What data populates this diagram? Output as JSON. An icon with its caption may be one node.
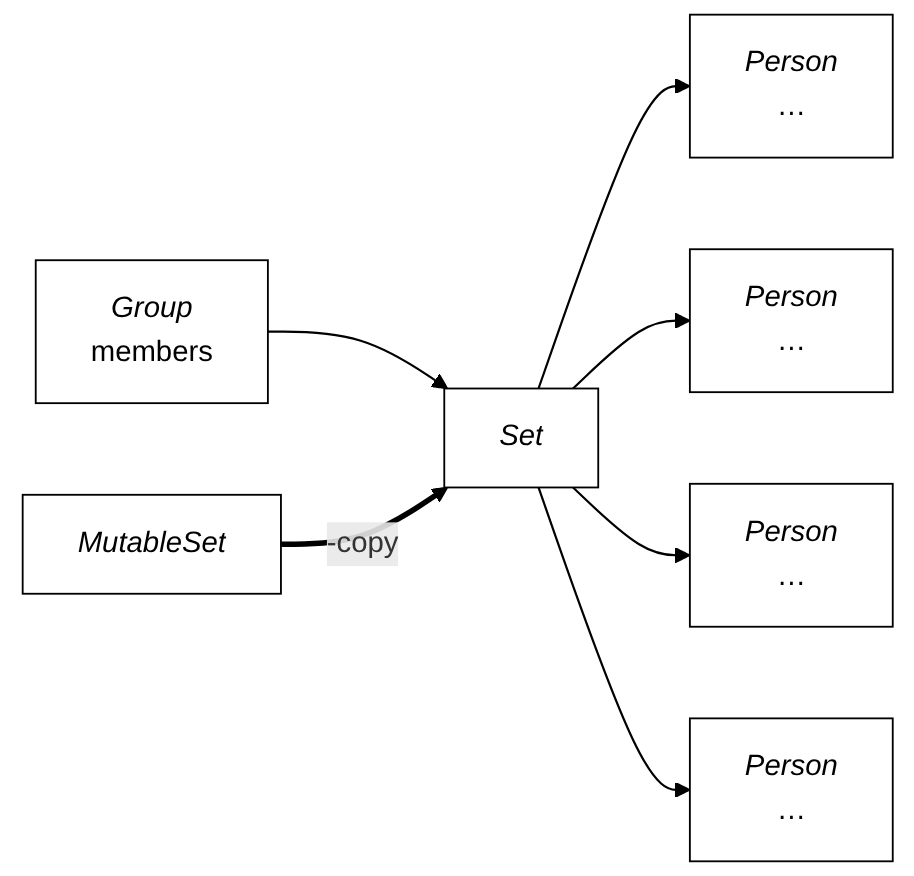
{
  "diagram": {
    "nodes": [
      {
        "text": [
          "Group",
          "members"
        ]
      },
      {
        "text": [
          "Set"
        ]
      },
      {
        "text": [
          "Person",
          "…"
        ]
      },
      {
        "text": [
          "Person",
          "…"
        ]
      },
      {
        "text": [
          "Person",
          "…"
        ]
      },
      {
        "text": [
          "Person",
          "…"
        ]
      },
      {
        "text": [
          "MutableSet"
        ]
      }
    ],
    "edges": [
      {
        "from": 0,
        "to": 1,
        "arrow": "to"
      },
      {
        "from": 1,
        "to": 2,
        "arrow": "to"
      },
      {
        "from": 1,
        "to": 3,
        "arrow": "to"
      },
      {
        "from": 1,
        "to": 4,
        "arrow": "to"
      },
      {
        "from": 1,
        "to": 5,
        "arrow": "to"
      },
      {
        "from": 6,
        "to": 1,
        "arrow": "to",
        "label": "-copy",
        "style": "thick"
      }
    ]
  }
}
